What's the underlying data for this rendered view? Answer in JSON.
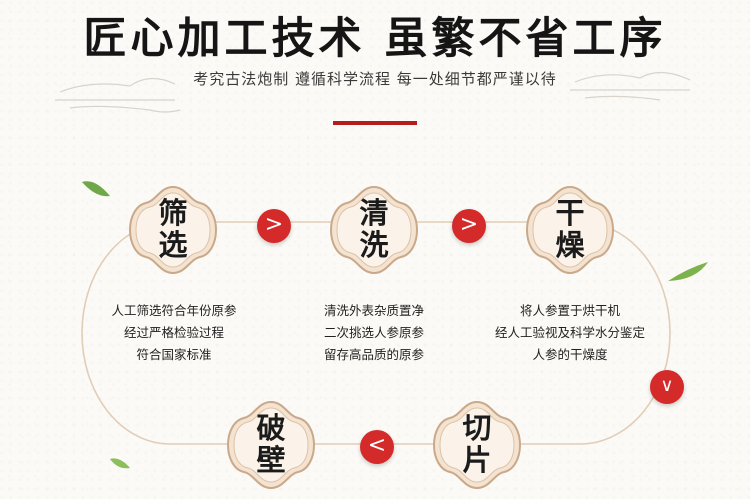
{
  "header": {
    "title": "匠心加工技术 虽繁不省工序",
    "subtitle": "考究古法炮制 遵循科学流程 每一处细节都严谨以待"
  },
  "steps": {
    "screen": {
      "line1": "筛",
      "line2": "选",
      "desc": [
        "人工筛选符合年份原参",
        "经过严格检验过程",
        "符合国家标准"
      ]
    },
    "wash": {
      "line1": "清",
      "line2": "洗",
      "desc": [
        "清洗外表杂质置净",
        "二次挑选人参原参",
        "留存高品质的原参"
      ]
    },
    "dry": {
      "line1": "干",
      "line2": "燥",
      "desc": [
        "将人参置于烘干机",
        "经人工验视及科学水分鉴定",
        "人参的干燥度"
      ]
    },
    "slice": {
      "line1": "切",
      "line2": "片"
    },
    "break": {
      "line1": "破",
      "line2": "壁"
    }
  },
  "arrows": {
    "right": ">",
    "down": "∨",
    "left": "<"
  },
  "colors": {
    "accent": "#d42a2a",
    "bar": "#b51c1c",
    "node_fill": "#f4e3d0",
    "node_stroke": "#c9a98a",
    "path": "#e2cdb8"
  }
}
